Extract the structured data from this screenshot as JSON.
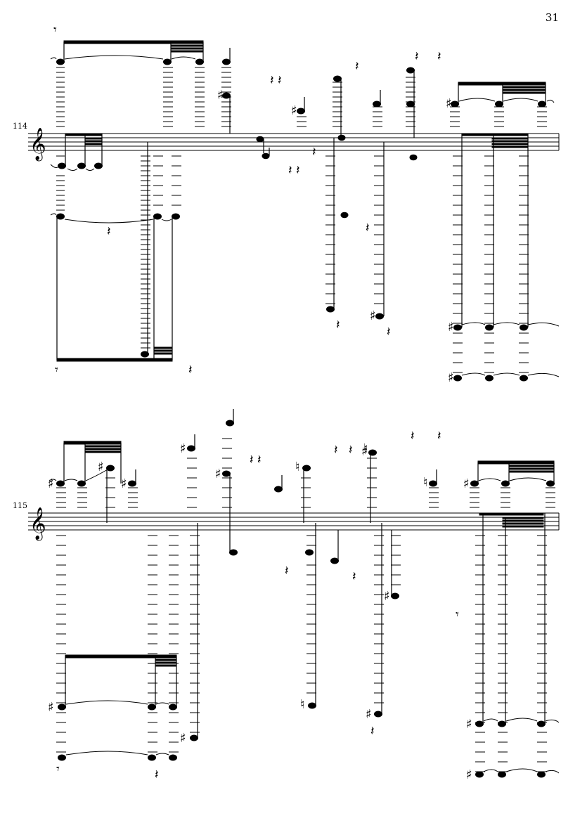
{
  "page": {
    "number": "31"
  },
  "systems": [
    {
      "measure_number": "114",
      "clef": "treble"
    },
    {
      "measure_number": "115",
      "clef": "treble"
    }
  ],
  "symbols": {
    "treble_clef": "𝄞",
    "sharp": "♯",
    "natural": "♮",
    "rest_quarter": "𝄽",
    "rest_eighth": "𝄾"
  },
  "colors": {
    "ink": "#000000",
    "paper": "#ffffff"
  }
}
